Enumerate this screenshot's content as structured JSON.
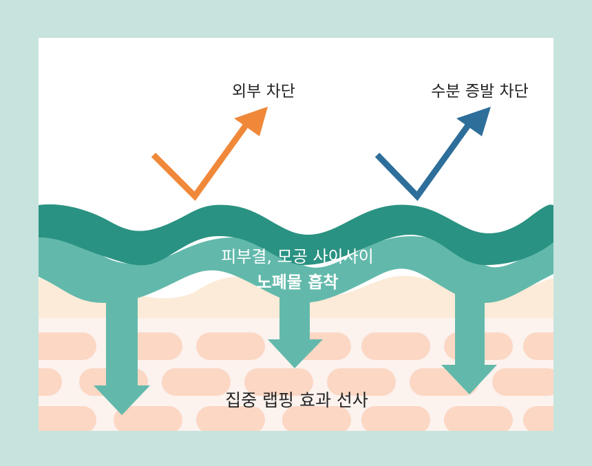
{
  "diagram": {
    "labels": {
      "external_block": "외부 차단",
      "moisture_block": "수분 증발 차단",
      "absorb_line1": "피부결, 모공 사이사이",
      "absorb_line2": "노폐물 흡착",
      "wrapping": "집중 랩핑 효과 선사"
    },
    "colors": {
      "frame": "#c7e3dd",
      "panel": "#ffffff",
      "orange_check": "#f0883a",
      "blue_check": "#2e6e9a",
      "layer_dark": "#2a9282",
      "layer_light": "#62b9ab",
      "skin_top": "#fcebd8",
      "skin_base": "#fcf2ee",
      "skin_cells": "#fbd7c4",
      "arrow_fill": "#62b9ab",
      "text_dark": "#222222",
      "text_light": "#ffffff"
    },
    "icons": [
      "check-arrow-icon",
      "down-arrow-icon"
    ]
  }
}
